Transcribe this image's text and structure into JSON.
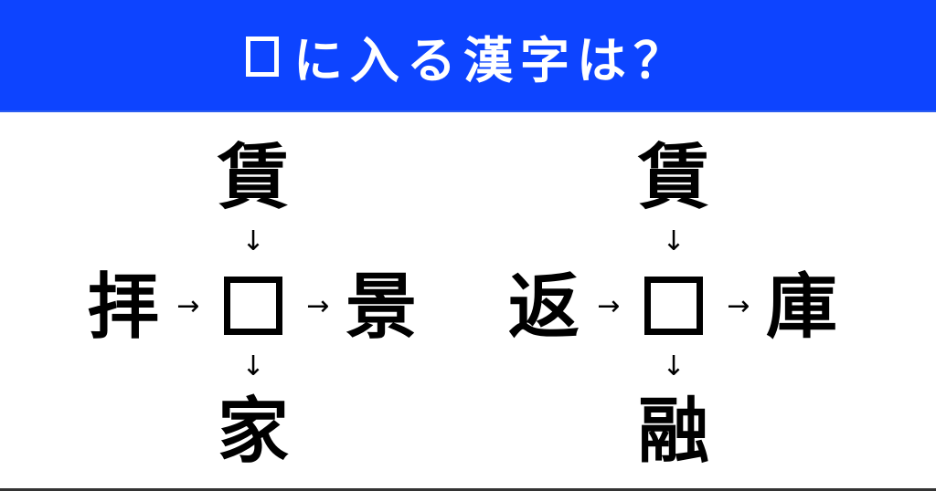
{
  "header": {
    "title": "に入る漢字は？",
    "background": "#0d44ff"
  },
  "puzzles": [
    {
      "top": "賃",
      "left": "拝",
      "right": "景",
      "bottom": "家",
      "arrows": {
        "down": "↓",
        "right": "→"
      }
    },
    {
      "top": "賃",
      "left": "返",
      "right": "庫",
      "bottom": "融",
      "arrows": {
        "down": "↓",
        "right": "→"
      }
    }
  ]
}
